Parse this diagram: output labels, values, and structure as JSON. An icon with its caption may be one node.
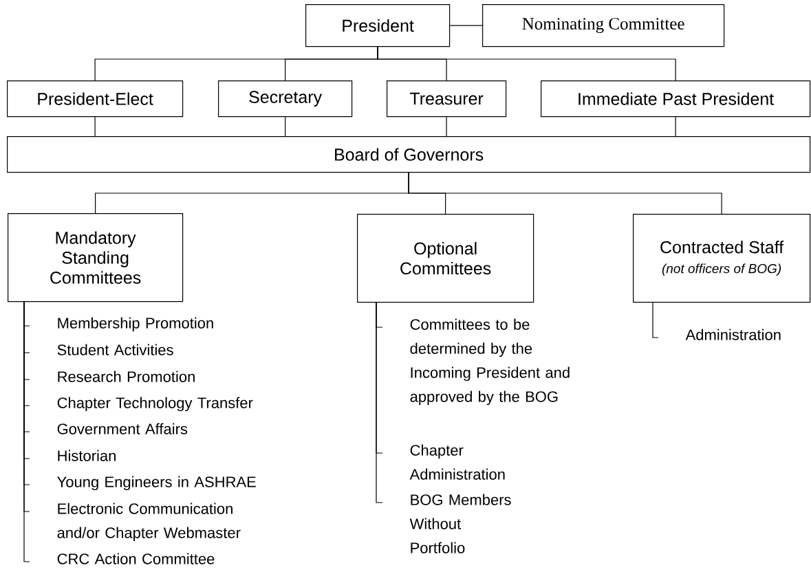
{
  "diagram": {
    "nodes": [
      {
        "text": [
          "President"
        ]
      },
      {
        "text": [
          "Nominating Committee"
        ]
      },
      {
        "text": [
          "President-Elect"
        ]
      },
      {
        "text": [
          "Secretary"
        ]
      },
      {
        "text": [
          "Treasurer"
        ]
      },
      {
        "text": [
          "Immediate Past President"
        ]
      },
      {
        "text": [
          "Board of Governors"
        ]
      },
      {
        "text": [
          "Mandatory Standing Committees"
        ]
      },
      {
        "text": [
          "Optional Committees"
        ]
      },
      {
        "text": [
          "Contracted Staff",
          "(not officers of BOG)"
        ]
      },
      {
        "text": [
          "Membership Promotion"
        ]
      },
      {
        "text": [
          "Student Activities"
        ]
      },
      {
        "text": [
          "Research Promotion"
        ]
      },
      {
        "text": [
          "Chapter Technology Transfer"
        ]
      },
      {
        "text": [
          "Government Affairs"
        ]
      },
      {
        "text": [
          "Historian"
        ]
      },
      {
        "text": [
          "Young Engineers in ASHRAE"
        ]
      },
      {
        "text": [
          "Electronic Communication and/or Chapter Webmaster"
        ]
      },
      {
        "text": [
          "CRC Action Committee"
        ]
      },
      {
        "text": [
          "Committees to be determined by the Incoming President and approved by the BOG"
        ]
      },
      {
        "text": [
          "Chapter Administration"
        ]
      },
      {
        "text": [
          "BOG Members Without Portfolio"
        ]
      },
      {
        "text": [
          "Administration"
        ]
      }
    ],
    "edges": [
      {
        "from": 0,
        "to": 1,
        "arrow": "none"
      },
      {
        "from": 0,
        "to": 2,
        "arrow": "none"
      },
      {
        "from": 0,
        "to": 3,
        "arrow": "none"
      },
      {
        "from": 0,
        "to": 4,
        "arrow": "none"
      },
      {
        "from": 0,
        "to": 5,
        "arrow": "none"
      },
      {
        "from": 2,
        "to": 6,
        "arrow": "none"
      },
      {
        "from": 3,
        "to": 6,
        "arrow": "none"
      },
      {
        "from": 4,
        "to": 6,
        "arrow": "none"
      },
      {
        "from": 5,
        "to": 6,
        "arrow": "none"
      },
      {
        "from": 6,
        "to": 7,
        "arrow": "none"
      },
      {
        "from": 6,
        "to": 8,
        "arrow": "none"
      },
      {
        "from": 6,
        "to": 9,
        "arrow": "none"
      },
      {
        "from": 7,
        "to": 10,
        "arrow": "none"
      },
      {
        "from": 7,
        "to": 11,
        "arrow": "none"
      },
      {
        "from": 7,
        "to": 12,
        "arrow": "none"
      },
      {
        "from": 7,
        "to": 13,
        "arrow": "none"
      },
      {
        "from": 7,
        "to": 14,
        "arrow": "none"
      },
      {
        "from": 7,
        "to": 15,
        "arrow": "none"
      },
      {
        "from": 7,
        "to": 16,
        "arrow": "none"
      },
      {
        "from": 7,
        "to": 17,
        "arrow": "none"
      },
      {
        "from": 7,
        "to": 18,
        "arrow": "none"
      },
      {
        "from": 8,
        "to": 19,
        "arrow": "none"
      },
      {
        "from": 8,
        "to": 20,
        "arrow": "none"
      },
      {
        "from": 8,
        "to": 21,
        "arrow": "none"
      },
      {
        "from": 9,
        "to": 22,
        "arrow": "none"
      }
    ]
  }
}
